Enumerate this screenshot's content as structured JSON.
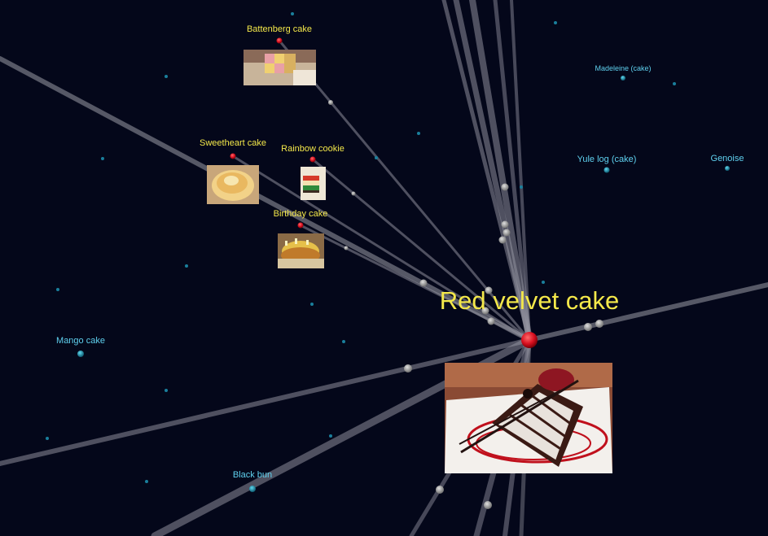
{
  "graph": {
    "focus": {
      "label": "Red velvet cake",
      "image": "red-velvet-cake-slice-photo"
    },
    "linked": [
      {
        "label": "Battenberg cake",
        "image": "battenberg-cake-photo"
      },
      {
        "label": "Sweetheart cake",
        "image": "sweetheart-cake-photo"
      },
      {
        "label": "Rainbow cookie",
        "image": "rainbow-cookie-photo"
      },
      {
        "label": "Birthday cake",
        "image": "birthday-cake-photo"
      }
    ],
    "nodes": [
      {
        "label": "Mango cake"
      },
      {
        "label": "Black bun"
      },
      {
        "label": "Yule log (cake)"
      },
      {
        "label": "Genoise"
      },
      {
        "label": "Madeleine (cake)"
      }
    ],
    "colors": {
      "background": "#04071a",
      "focus_node": "#e01020",
      "linked_node": "#d01828",
      "other_node": "#1a8aa8",
      "label_highlight": "#f4e84a",
      "label_node": "#5fd0ee"
    }
  }
}
